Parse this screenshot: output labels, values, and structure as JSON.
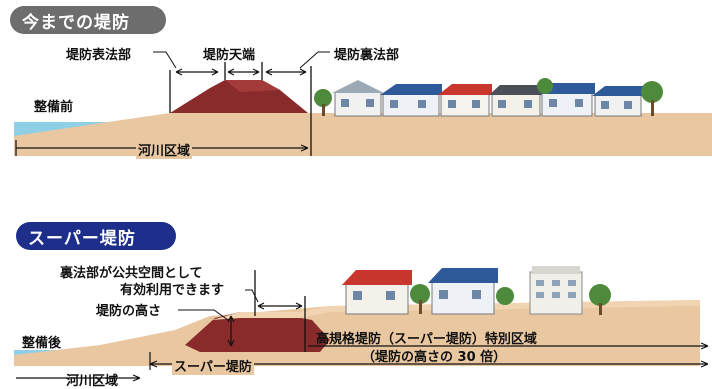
{
  "top": {
    "title": "今までの堤防",
    "labels": {
      "front_slope": "堤防表法部",
      "crown": "堤防天端",
      "back_slope": "堤防裏法部",
      "before": "整備前",
      "river_area": "河川区域"
    }
  },
  "bottom": {
    "title": "スーパー堤防",
    "labels": {
      "back_use_1": "裏法部が公共空間として",
      "back_use_2": "有効利用できます",
      "height": "堤防の高さ",
      "after": "整備後",
      "special_area": "高規格堤防（スーパー堤防）特別区域",
      "special_area_note": "（堤防の高さの 30 倍）",
      "super_levee": "スーパー堤防",
      "river_area": "河川区域"
    }
  },
  "colors": {
    "top_pill": "#6d6d6d",
    "bottom_pill": "#1d2f8a",
    "levee": "#8a2b2b",
    "ground": "#e9c7a0",
    "water": "#8fd0e6"
  }
}
